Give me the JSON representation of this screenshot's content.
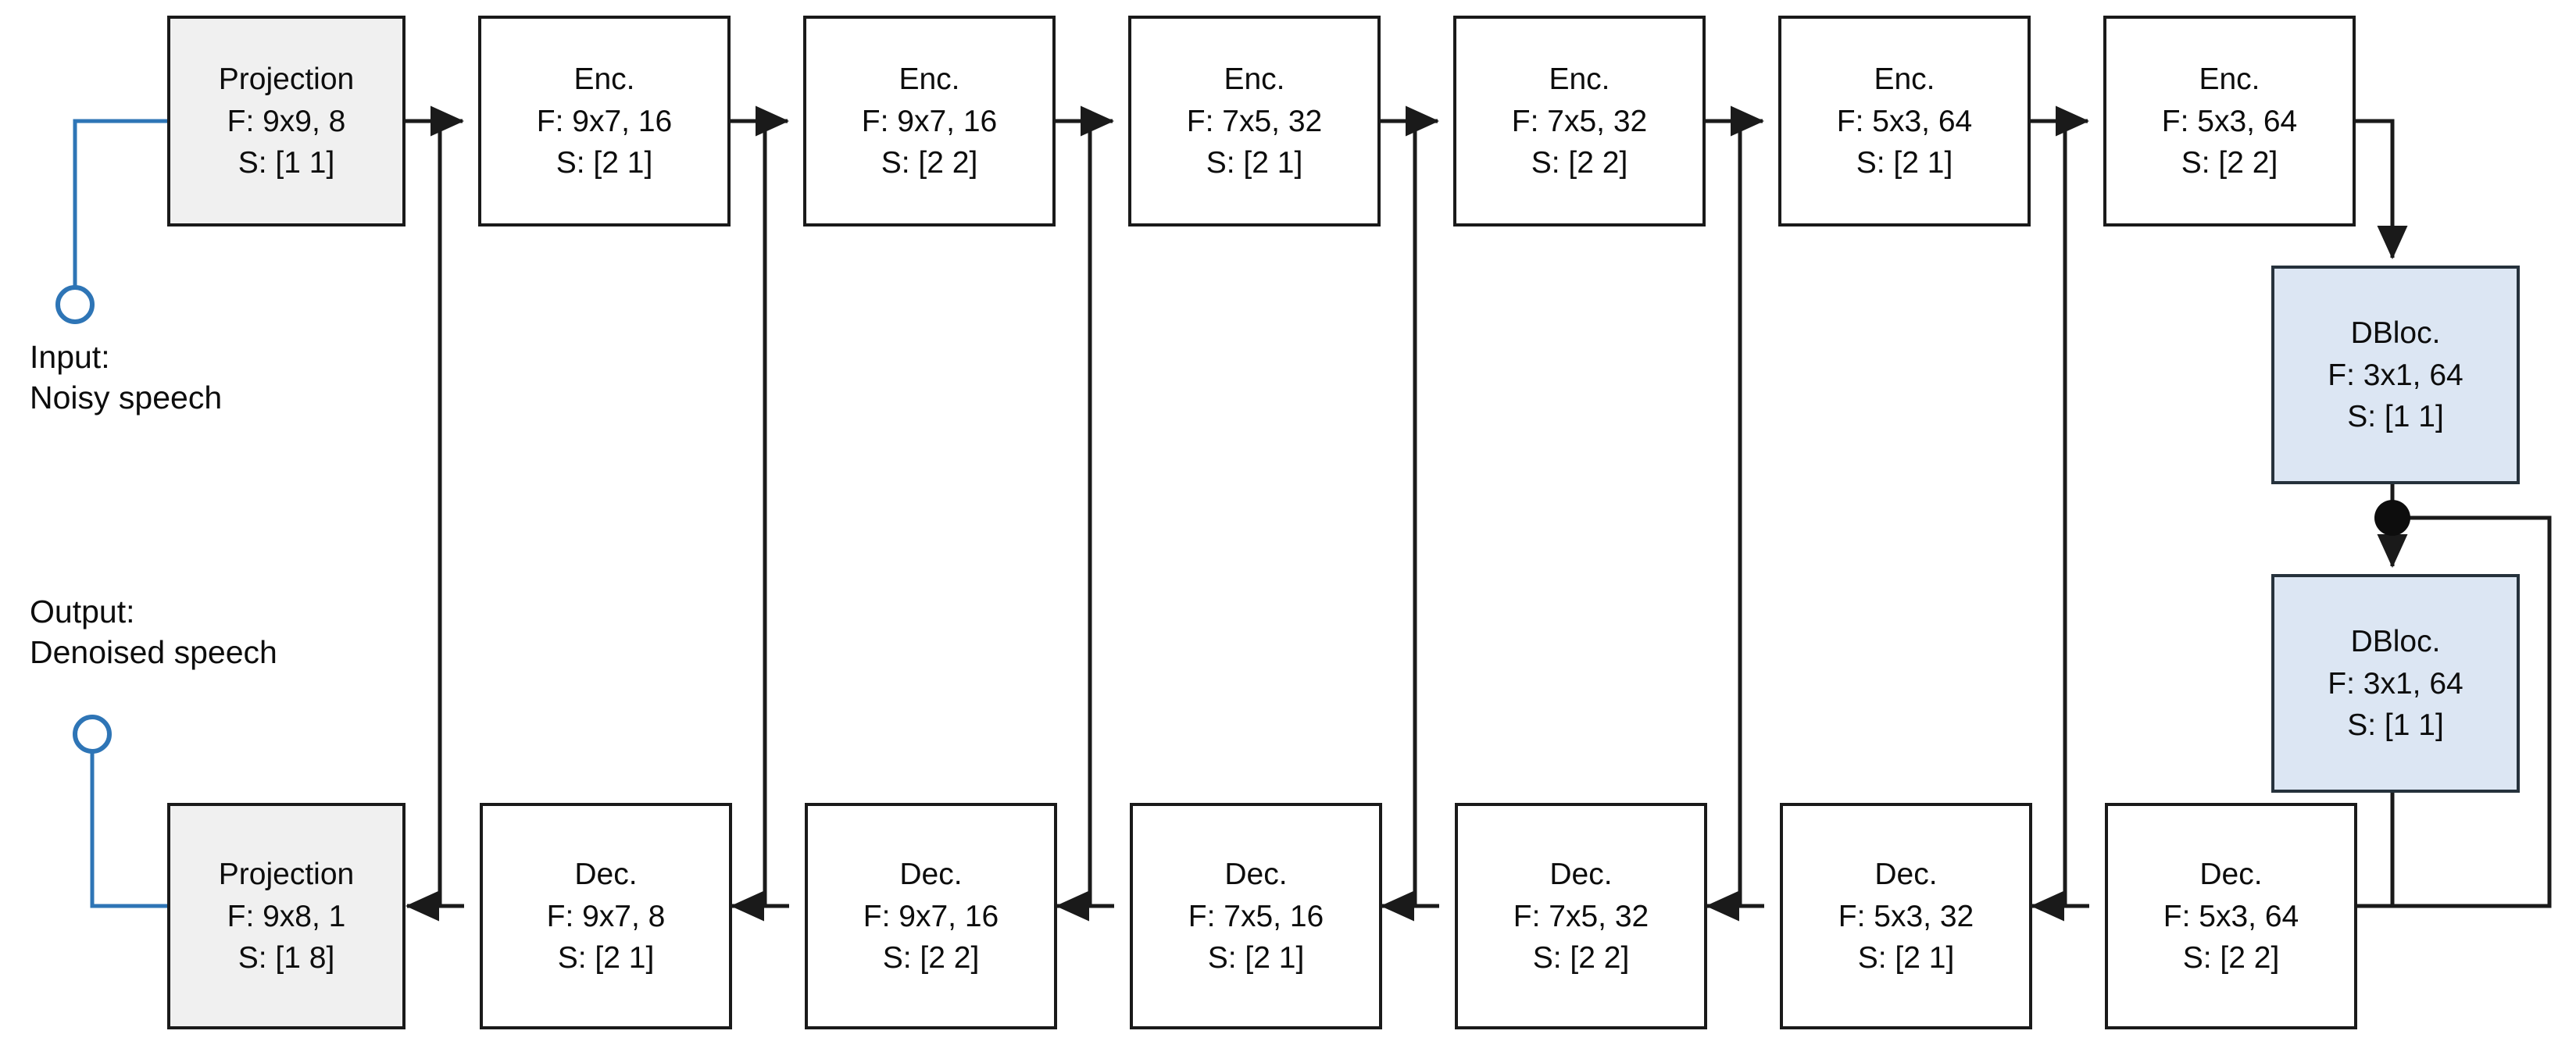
{
  "diagram": {
    "title": "Encoder-decoder speech denoising network architecture",
    "colors": {
      "projection_fill": "#f0f0f0",
      "dblock_fill": "#dce6f3",
      "edge_stroke": "#1a1a1a",
      "io_stroke": "#2e75b6",
      "background": "#ffffff"
    },
    "io": {
      "input": {
        "line1": "Input:",
        "line2": "Noisy speech"
      },
      "output": {
        "line1": "Output:",
        "line2": "Denoised speech"
      }
    },
    "encoder_row": [
      {
        "id": "proj-in",
        "kind": "projection",
        "title": "Projection",
        "filter": "F: 9x9, 8",
        "stride": "S: [1 1]"
      },
      {
        "id": "enc-1",
        "kind": "encoder",
        "title": "Enc.",
        "filter": "F: 9x7, 16",
        "stride": "S: [2 1]"
      },
      {
        "id": "enc-2",
        "kind": "encoder",
        "title": "Enc.",
        "filter": "F: 9x7, 16",
        "stride": "S: [2 2]"
      },
      {
        "id": "enc-3",
        "kind": "encoder",
        "title": "Enc.",
        "filter": "F: 7x5, 32",
        "stride": "S: [2 1]"
      },
      {
        "id": "enc-4",
        "kind": "encoder",
        "title": "Enc.",
        "filter": "F: 7x5, 32",
        "stride": "S: [2 2]"
      },
      {
        "id": "enc-5",
        "kind": "encoder",
        "title": "Enc.",
        "filter": "F: 5x3, 64",
        "stride": "S: [2 1]"
      },
      {
        "id": "enc-6",
        "kind": "encoder",
        "title": "Enc.",
        "filter": "F: 5x3, 64",
        "stride": "S: [2 2]"
      }
    ],
    "bottleneck": [
      {
        "id": "dblock-1",
        "kind": "dblock",
        "title": "DBloc.",
        "filter": "F: 3x1, 64",
        "stride": "S: [1 1]"
      },
      {
        "id": "dblock-2",
        "kind": "dblock",
        "title": "DBloc.",
        "filter": "F: 3x1, 64",
        "stride": "S: [1 1]"
      }
    ],
    "decoder_row": [
      {
        "id": "proj-out",
        "kind": "projection",
        "title": "Projection",
        "filter": "F: 9x8, 1",
        "stride": "S: [1 8]"
      },
      {
        "id": "dec-1",
        "kind": "decoder",
        "title": "Dec.",
        "filter": "F: 9x7, 8",
        "stride": "S: [2 1]"
      },
      {
        "id": "dec-2",
        "kind": "decoder",
        "title": "Dec.",
        "filter": "F: 9x7, 16",
        "stride": "S: [2 2]"
      },
      {
        "id": "dec-3",
        "kind": "decoder",
        "title": "Dec.",
        "filter": "F: 7x5, 16",
        "stride": "S: [2 1]"
      },
      {
        "id": "dec-4",
        "kind": "decoder",
        "title": "Dec.",
        "filter": "F: 7x5, 32",
        "stride": "S: [2 2]"
      },
      {
        "id": "dec-5",
        "kind": "decoder",
        "title": "Dec.",
        "filter": "F: 5x3, 32",
        "stride": "S: [2 1]"
      },
      {
        "id": "dec-6",
        "kind": "decoder",
        "title": "Dec.",
        "filter": "F: 5x3, 64",
        "stride": "S: [2 2]"
      }
    ]
  }
}
